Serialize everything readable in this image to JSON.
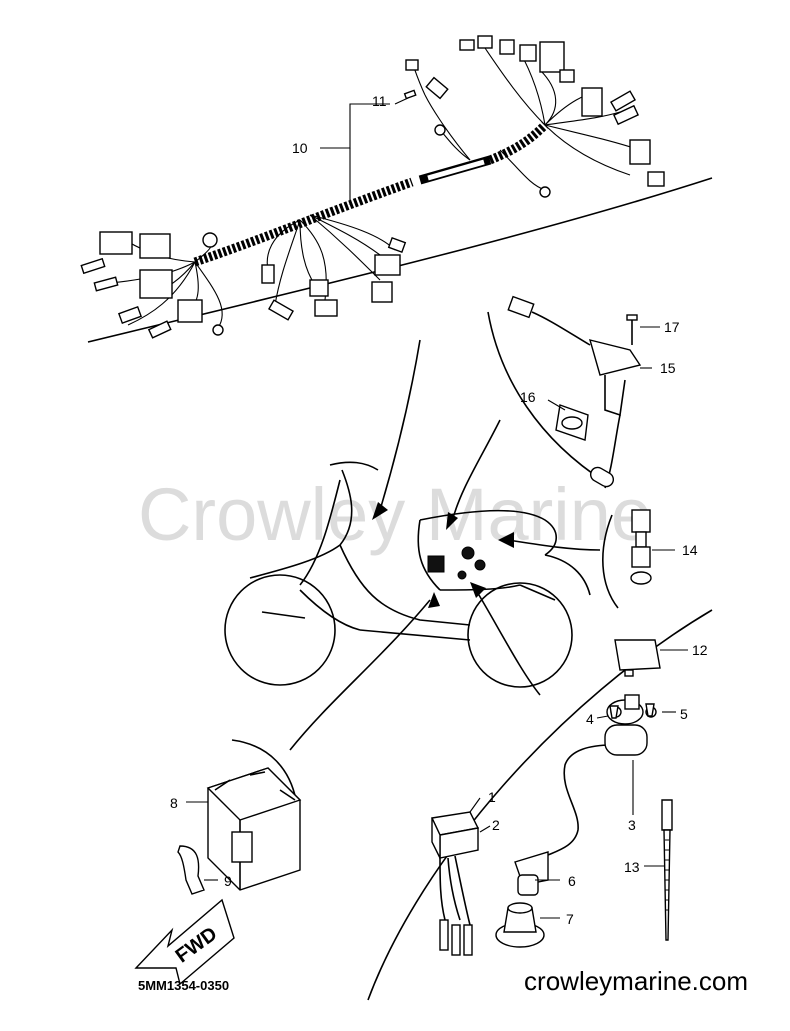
{
  "watermark": "Crowley Marine",
  "website": "crowleymarine.com",
  "diagram_code": "5MM1354-0350",
  "fwd_label": "FWD",
  "callouts": {
    "c1": "1",
    "c2": "2",
    "c3": "3",
    "c4": "4",
    "c5": "5",
    "c6": "6",
    "c7": "7",
    "c8": "8",
    "c9": "9",
    "c10": "10",
    "c11": "11",
    "c12": "12",
    "c13": "13",
    "c14": "14",
    "c15": "15",
    "c16": "16",
    "c17": "17"
  }
}
